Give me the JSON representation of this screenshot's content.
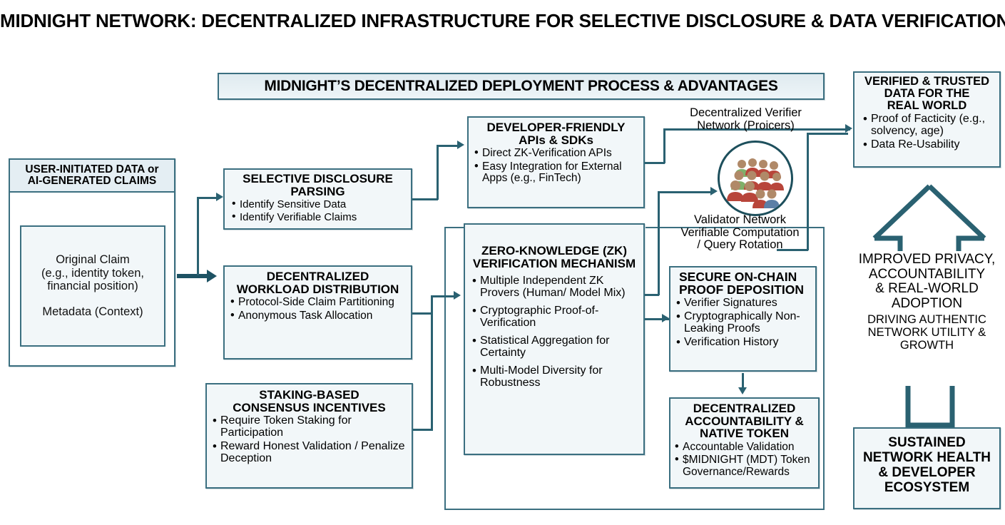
{
  "title": "MIDNIGHT NETWORK: DECENTRALIZED INFRASTRUCTURE FOR SELECTIVE DISCLOSURE & DATA VERIFICATION",
  "banner": {
    "label": "MIDNIGHT’S DECENTRALIZED DEPLOYMENT PROCESS & ADVANTAGES"
  },
  "colors": {
    "border": "#3b6f80",
    "box_fill": "#f2f7f9",
    "banner_fill": "#dfeaef",
    "connector": "#2a6171",
    "thick_arrow": "#1d5263",
    "text": "#000000",
    "person_green": "#7fb069",
    "person_red": "#b8453a",
    "person_blue": "#5b7fa6",
    "person_skin": "#b08968"
  },
  "input_box": {
    "header_line1": "USER-INITIATED DATA or",
    "header_line2": "AI-GENERATED CLAIMS",
    "inner_line1": "Original Claim",
    "inner_line2": "(e.g., identity token,",
    "inner_line3": "financial position)",
    "inner_line4": "Metadata (Context)"
  },
  "selective_disclosure": {
    "header_line1": "SELECTIVE DISCLOSURE",
    "header_line2": "PARSING",
    "bullets": [
      "Identify Sensitive Data",
      "Identify Verifiable Claims"
    ]
  },
  "workload": {
    "header_line1": "DECENTRALIZED",
    "header_line2": "WORKLOAD DISTRIBUTION",
    "bullets": [
      "Protocol-Side Claim Partitioning",
      "Anonymous Task Allocation"
    ]
  },
  "staking": {
    "header_line1": "STAKING-BASED",
    "header_line2": "CONSENSUS INCENTIVES",
    "bullets": [
      "Require Token Staking for Participation",
      "Reward Honest Validation / Penalize Deception"
    ]
  },
  "apis": {
    "header_line1": "DEVELOPER-FRIENDLY",
    "header_line2": "APIs & SDKs",
    "bullets": [
      "Direct ZK-Verification APIs",
      "Easy Integration for External Apps (e.g., FinTech)"
    ]
  },
  "zk": {
    "header_line1": "ZERO-KNOWLEDGE (ZK)",
    "header_line2": "VERIFICATION MECHANISM",
    "bullets": [
      "Multiple Independent ZK Provers (Human/ Model Mix)",
      "Cryptographic Proof-of-Verification",
      "Statistical Aggregation for Certainty",
      "Multi-Model Diversity for Robustness"
    ]
  },
  "verifier_network": {
    "label_line1": "Decentralized Verifier",
    "label_line2": "Network (Proicers)",
    "validator_line1": "Validator Network",
    "validator_line2": "Verifiable Computation",
    "validator_line3": "/ Query Rotation"
  },
  "proof_deposition": {
    "header_line1": "SECURE ON-CHAIN",
    "header_line2": "PROOF DEPOSITION",
    "bullets": [
      "Verifier Signatures",
      "Cryptographically Non-Leaking Proofs",
      "Verification History"
    ]
  },
  "native_token": {
    "header_line1": "DECENTRALIZED",
    "header_line2": "ACCOUNTABILITY &",
    "header_line3": "NATIVE TOKEN",
    "bullets": [
      "Accountable Validation",
      "$MIDNIGHT (MDT) Token Governance/Rewards"
    ]
  },
  "verified_data": {
    "header_line1": "VERIFIED & TRUSTED",
    "header_line2": "DATA FOR THE",
    "header_line3": "REAL WORLD",
    "bullets": [
      "Proof of Facticity (e.g., solvency, age)",
      "Data Re-Usability"
    ]
  },
  "outcome": {
    "big_line1": "IMPROVED PRIVACY,",
    "big_line2": "ACCOUNTABILITY",
    "big_line3": "& REAL-WORLD",
    "big_line4": "ADOPTION",
    "small_line1": "DRIVING AUTHENTIC",
    "small_line2": "NETWORK UTILITY &",
    "small_line3": "GROWTH"
  },
  "sustained": {
    "header_line1": "SUSTAINED",
    "header_line2": "NETWORK HEALTH",
    "header_line3": "& DEVELOPER",
    "header_line4": "ECOSYSTEM"
  }
}
